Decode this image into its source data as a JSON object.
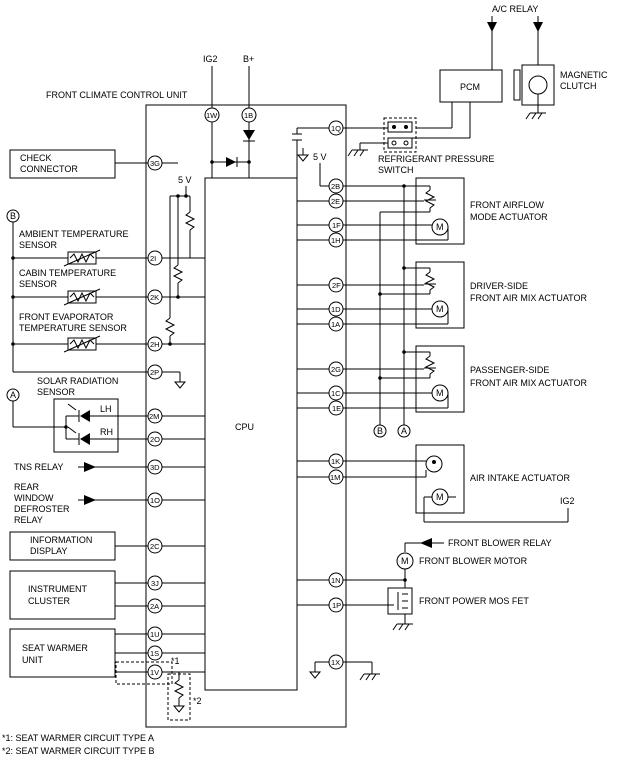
{
  "unit_title": "FRONT CLIMATE CONTROL UNIT",
  "cpu_label": "CPU",
  "supply": {
    "ig2": "IG2",
    "bplus": "B+",
    "v5": "5 V"
  },
  "top_right": {
    "ac_relay": "A/C RELAY",
    "pcm": "PCM",
    "magnetic_clutch": [
      "MAGNETIC",
      "CLUTCH"
    ],
    "refrigerant_switch": [
      "REFRIGERANT PRESSURE",
      "SWITCH"
    ]
  },
  "left": {
    "check_connector": [
      "CHECK",
      "CONNECTOR"
    ],
    "ambient": [
      "AMBIENT TEMPERATURE",
      "SENSOR"
    ],
    "cabin": [
      "CABIN TEMPERATURE",
      "SENSOR"
    ],
    "evaporator": [
      "FRONT EVAPORATOR",
      "TEMPERATURE SENSOR"
    ],
    "solar": [
      "SOLAR RADIATION",
      "SENSOR"
    ],
    "lh": "LH",
    "rh": "RH",
    "tns_relay": "TNS RELAY",
    "rear_defroster": [
      "REAR",
      "WINDOW",
      "DEFROSTER",
      "RELAY"
    ],
    "information_display": [
      "INFORMATION",
      "DISPLAY"
    ],
    "instrument_cluster": [
      "INSTRUMENT",
      "CLUSTER"
    ],
    "seat_warmer": [
      "SEAT WARMER",
      "UNIT"
    ]
  },
  "right": {
    "airflow": [
      "FRONT AIRFLOW",
      "MODE ACTUATOR"
    ],
    "driver_mix": [
      "DRIVER-SIDE",
      "FRONT AIR MIX ACTUATOR"
    ],
    "passenger_mix": [
      "PASSENGER-SIDE",
      "FRONT AIR MIX ACTUATOR"
    ],
    "air_intake": "AIR INTAKE ACTUATOR",
    "ig2": "IG2",
    "blower_relay": "FRONT BLOWER RELAY",
    "blower_motor": "FRONT BLOWER MOTOR",
    "power_fet": "FRONT POWER MOS FET"
  },
  "connectors": {
    "a": "A",
    "b": "B"
  },
  "motor_symbol": "M",
  "pins": {
    "w1": "1W",
    "b1": "1B",
    "q1": "1Q",
    "g3": "3G",
    "i2": "2I",
    "k2": "2K",
    "h2": "2H",
    "p2": "2P",
    "m2": "2M",
    "o2": "2O",
    "d3": "3D",
    "o1": "1O",
    "c2": "2C",
    "j3": "3J",
    "a2": "2A",
    "u1": "1U",
    "s1": "1S",
    "v1": "1V",
    "x1": "1X",
    "b2": "2B",
    "e2": "2E",
    "f1": "1F",
    "h1": "1H",
    "f2": "2F",
    "d1": "1D",
    "a1": "1A",
    "g2": "2G",
    "c1": "1C",
    "e1": "1E",
    "k1": "1K",
    "m1": "1M",
    "n1": "1N",
    "p1": "1P"
  },
  "notes": {
    "mark1": "*1",
    "mark2": "*2",
    "note1": "*1: SEAT WARMER CIRCUIT TYPE A",
    "note2": "*2: SEAT WARMER CIRCUIT TYPE B"
  }
}
